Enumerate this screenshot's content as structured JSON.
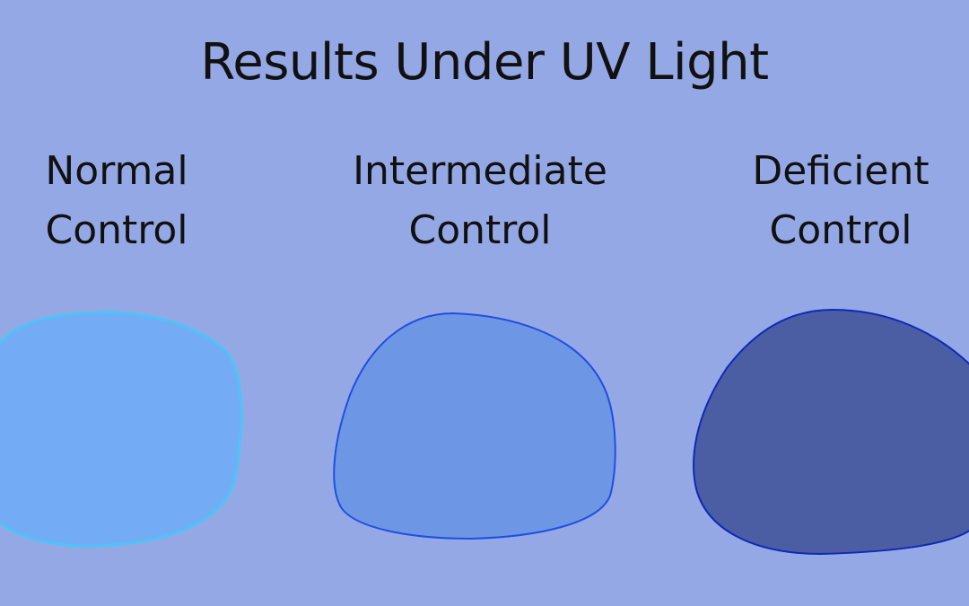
{
  "title": "Results Under UV Light",
  "samples": [
    {
      "id": "normal",
      "label_line1": "Normal",
      "label_line2": "Control",
      "fill": "#73acf5",
      "stroke": "#4cc4f7"
    },
    {
      "id": "intermediate",
      "label_line1": "Intermediate",
      "label_line2": "Control",
      "fill": "#6d97e5",
      "stroke": "#1f4fe0"
    },
    {
      "id": "deficient",
      "label_line1": "Deficient",
      "label_line2": "Control",
      "fill": "#4b5ea4",
      "stroke": "#1228b5"
    }
  ]
}
